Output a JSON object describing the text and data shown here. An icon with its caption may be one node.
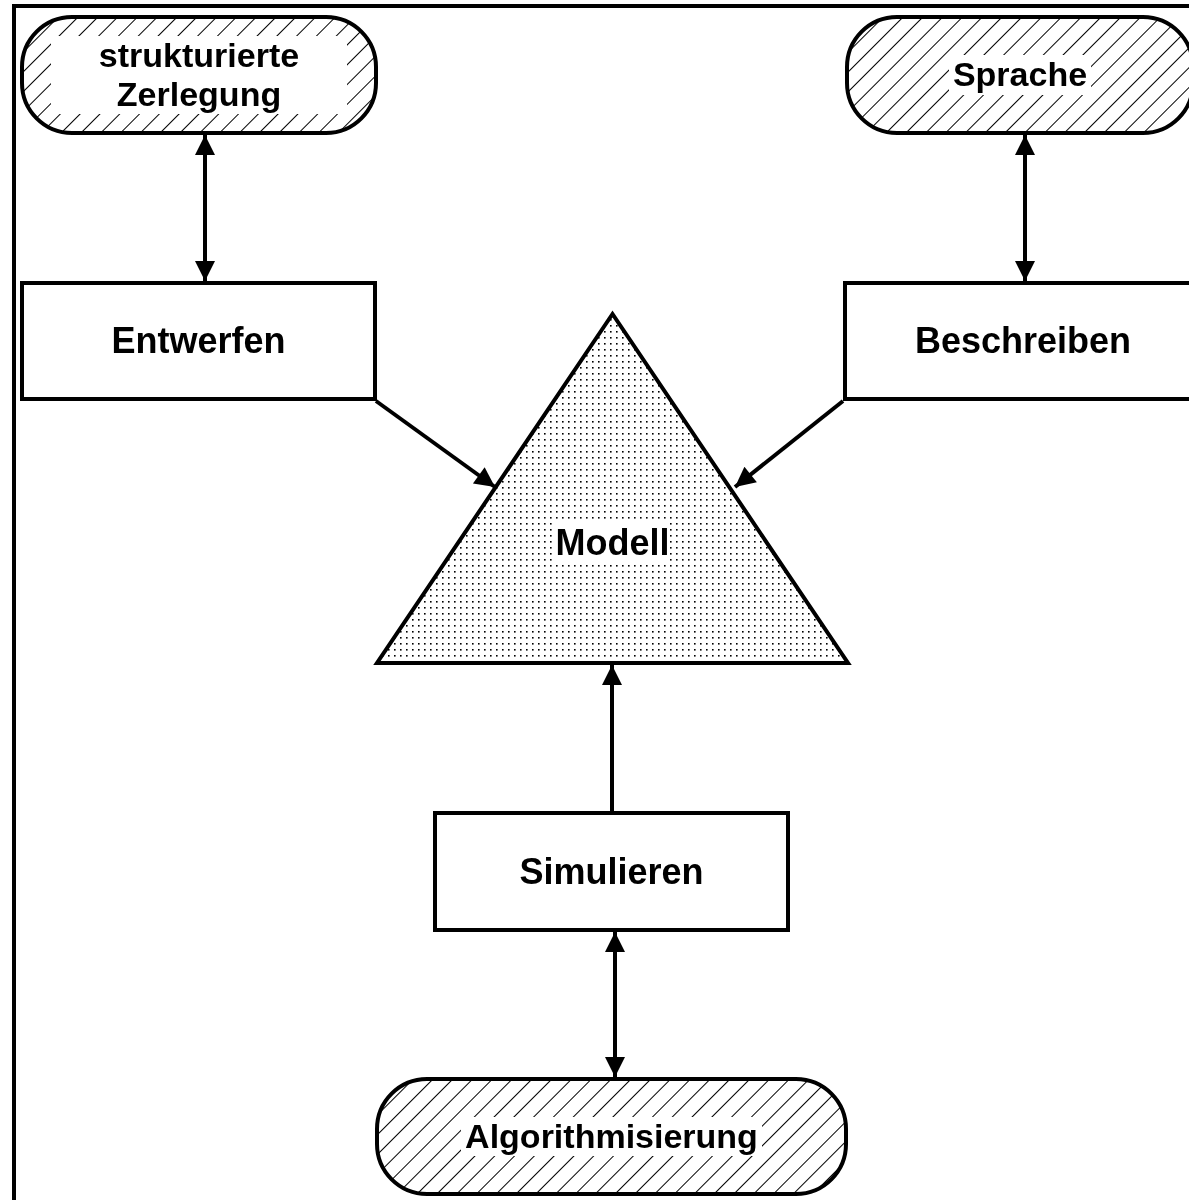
{
  "diagram": {
    "nodes": [
      {
        "text": [
          "strukturierte Zerlegung"
        ]
      },
      {
        "text": [
          "Sprache"
        ]
      },
      {
        "text": [
          "Entwerfen"
        ]
      },
      {
        "text": [
          "Beschreiben"
        ]
      },
      {
        "text": [
          "Modell"
        ]
      },
      {
        "text": [
          "Simulieren"
        ]
      },
      {
        "text": [
          "Algorithmisierung"
        ]
      }
    ],
    "edges": [
      {
        "from": 0,
        "to": 2,
        "arrow": "both"
      },
      {
        "from": 1,
        "to": 3,
        "arrow": "both"
      },
      {
        "from": 2,
        "to": 4,
        "arrow": "to"
      },
      {
        "from": 3,
        "to": 4,
        "arrow": "to"
      },
      {
        "from": 5,
        "to": 4,
        "arrow": "to"
      },
      {
        "from": 5,
        "to": 6,
        "arrow": "both"
      }
    ]
  }
}
